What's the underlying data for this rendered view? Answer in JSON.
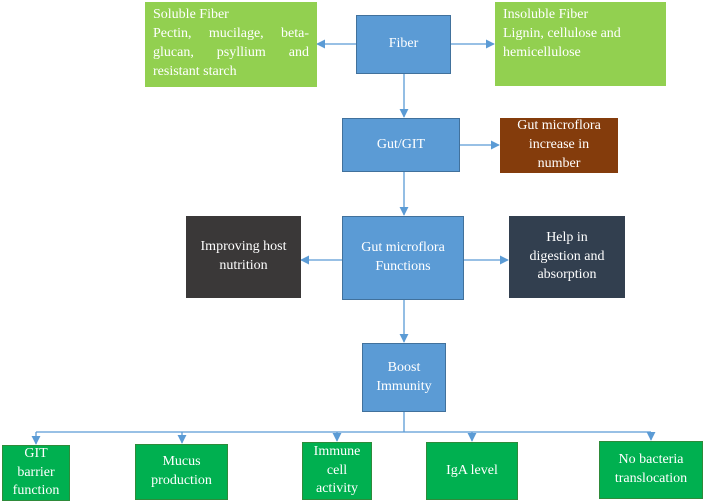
{
  "nodes": {
    "fiber": "Fiber",
    "soluble_title": "Soluble Fiber",
    "soluble_desc": "Pectin, mucilage, beta-glucan, psyllium and resistant starch",
    "insoluble_title": "Insoluble Fiber",
    "insoluble_desc": "Lignin, cellulose and hemicellulose",
    "gut_git": "Gut/GIT",
    "increase_number": "Gut microflora increase in number",
    "microflora_functions": "Gut microflora Functions",
    "improving_nutrition": "Improving host nutrition",
    "help_digestion": "Help in digestion and absorption",
    "boost_immunity": "Boost Immunity",
    "git_barrier": "GIT barrier function",
    "mucus": "Mucus production",
    "immune_cell": "Immune cell activity",
    "iga": "IgA level",
    "no_bacteria": "No bacteria translocation"
  },
  "colors": {
    "blue": "#5b9bd5",
    "light_green": "#92d050",
    "brown": "#843c0c",
    "dark_gray": "#3a3838",
    "navy": "#323f4f",
    "green": "#00b050",
    "arrow": "#5b9bd5"
  }
}
